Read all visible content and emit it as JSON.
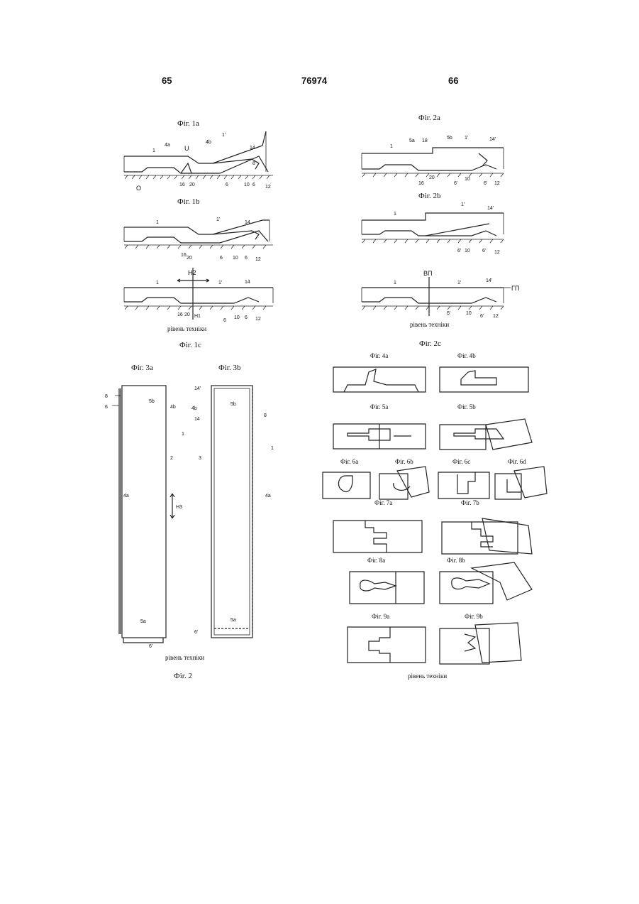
{
  "header": {
    "left_page": "65",
    "doc_number": "76974",
    "right_page": "66"
  },
  "fig1": {
    "cap_1a": "Фіг. 1a",
    "cap_1b": "Фіг. 1b",
    "cap_1c": "Фіг. 1c",
    "prior_art": "рівень техніки",
    "labels_1a": [
      "1",
      "4a",
      "4b",
      "1'",
      "14",
      "U",
      "8",
      "16",
      "20",
      "6",
      "10",
      "6",
      "12",
      "O"
    ],
    "labels_1b": [
      "1",
      "1'",
      "14",
      "16",
      "20",
      "6",
      "10",
      "6",
      "12"
    ],
    "labels_1c": [
      "H2",
      "1",
      "1'",
      "14",
      "16",
      "20",
      "H1",
      "6",
      "10",
      "6",
      "12"
    ]
  },
  "fig2": {
    "cap_2a": "Фіг. 2a",
    "cap_2b": "Фіг. 2b",
    "cap_2c": "Фіг. 2c",
    "prior_art": "рівень техніки",
    "labels_2a": [
      "1",
      "5a",
      "18",
      "5b",
      "1'",
      "14'",
      "16",
      "20",
      "6'",
      "10",
      "6'",
      "12"
    ],
    "labels_2b": [
      "1",
      "1'",
      "14'",
      "6'",
      "10",
      "6'",
      "12"
    ],
    "labels_2c": [
      "1",
      "ВП",
      "1'",
      "14'",
      "ГП",
      "6'",
      "10",
      "6'",
      "12"
    ]
  },
  "fig3": {
    "cap_3a": "Фіг. 3a",
    "cap_3b": "Фіг. 3b",
    "cap_main": "Фіг. 2",
    "prior_art": "рівень техніки",
    "labels_3a": [
      "8",
      "6",
      "5b",
      "4b",
      "1",
      "2",
      "4a",
      "H3",
      "5a",
      "6'"
    ],
    "labels_3b": [
      "14'",
      "4b",
      "14",
      "5b",
      "8",
      "3",
      "1",
      "4a",
      "5a",
      "6'"
    ]
  },
  "fig4to9": {
    "cap_4a": "Фіг. 4a",
    "cap_4b": "Фіг. 4b",
    "cap_5a": "Фіг. 5a",
    "cap_5b": "Фіг. 5b",
    "cap_6a": "Фіг. 6a",
    "cap_6b": "Фіг. 6b",
    "cap_6c": "Фіг. 6c",
    "cap_6d": "Фіг. 6d",
    "cap_7a": "Фіг. 7a",
    "cap_7b": "Фіг. 7b",
    "cap_8a": "Фіг. 8a",
    "cap_8b": "Фіг. 8b",
    "cap_9a": "Фіг. 9a",
    "cap_9b": "Фіг. 9b",
    "prior_art": "рівень техніки"
  }
}
